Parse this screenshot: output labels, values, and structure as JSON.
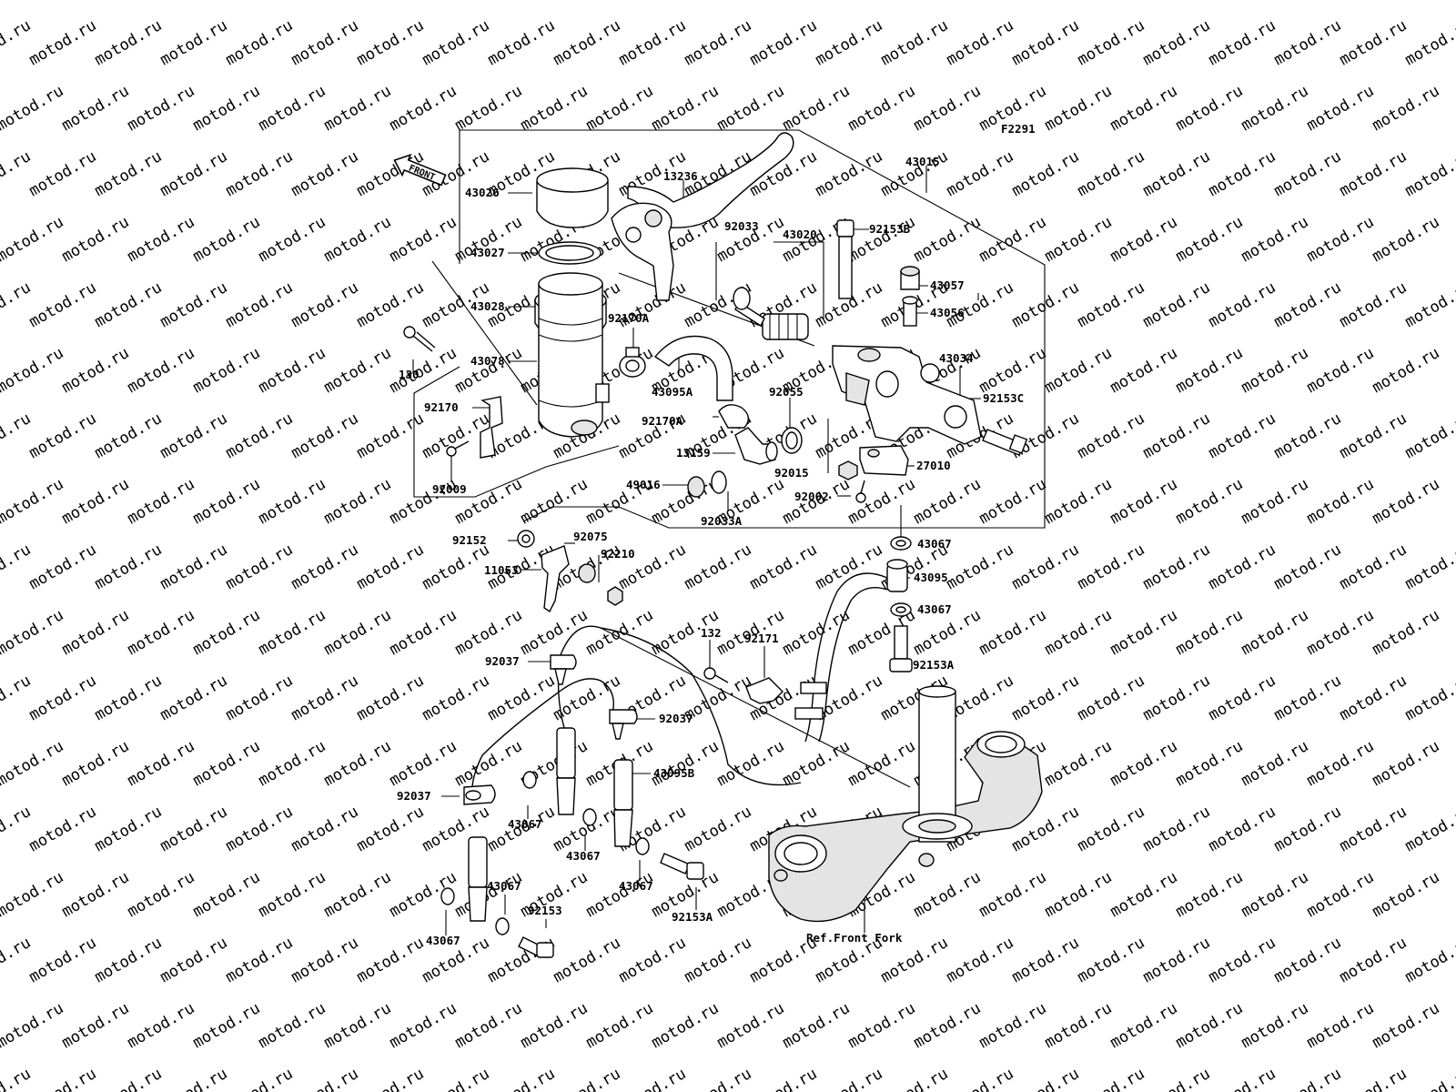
{
  "diagram": {
    "code": "F2291",
    "front_arrow": "FRONT",
    "watermark": "motod.ru",
    "ref_label": "Ref.Front Fork",
    "labels": {
      "l43015": "43015",
      "l43026": "43026",
      "l13236": "13236",
      "l43027": "43027",
      "l43028": "43028",
      "l92170a_top": "92170A",
      "l43078": "43078",
      "l130": "130",
      "l92170": "92170",
      "l92009": "92009",
      "l43020": "43020",
      "l92033": "92033",
      "l92153b": "92153B",
      "l43057": "43057",
      "l43056": "43056",
      "l43034": "43034",
      "l43095a": "43095A",
      "l92055": "92055",
      "l92153c": "92153C",
      "l92170a_mid": "92170A",
      "l13159": "13159",
      "l92015": "92015",
      "l27010": "27010",
      "l49016": "49016",
      "l92033a": "92033A",
      "l92002": "92002",
      "l92152": "92152",
      "l92075": "92075",
      "l92210": "92210",
      "l11053": "11053",
      "l43067_a": "43067",
      "l43095": "43095",
      "l43067_b": "43067",
      "l132": "132",
      "l92171": "92171",
      "l92153a_r": "92153A",
      "l92037_a": "92037",
      "l92037_b": "92037",
      "l43095b": "43095B",
      "l92037_c": "92037",
      "l43067_c": "43067",
      "l43067_d": "43067",
      "l43067_e": "43067",
      "l43067_f": "43067",
      "l43067_g": "43067",
      "l92153": "92153",
      "l92153a_b": "92153A"
    }
  }
}
